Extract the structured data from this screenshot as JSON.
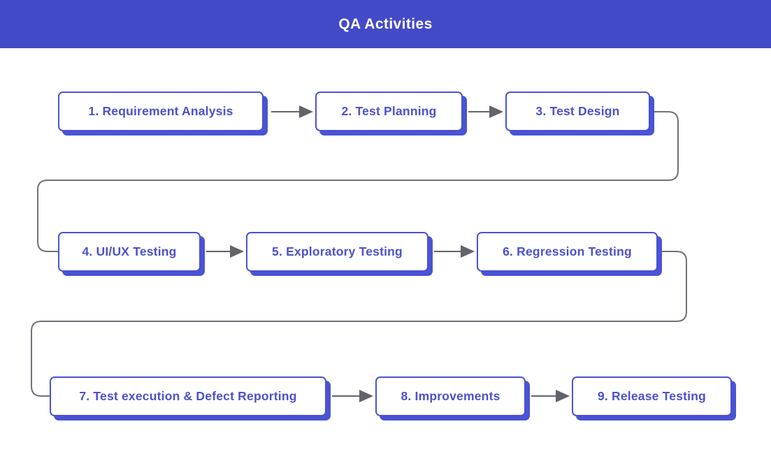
{
  "header": {
    "title": "QA Activities"
  },
  "colors": {
    "header_bg": "#434ac8",
    "accent": "#4a53d3",
    "node_text": "#4b51cd",
    "connector_gray": "#71717a",
    "arrow_gray": "#63636b",
    "background": "#ffffff"
  },
  "steps": [
    {
      "id": 1,
      "label": "1. Requirement Analysis"
    },
    {
      "id": 2,
      "label": "2. Test Planning"
    },
    {
      "id": 3,
      "label": "3. Test Design"
    },
    {
      "id": 4,
      "label": "4. UI/UX Testing"
    },
    {
      "id": 5,
      "label": "5. Exploratory Testing"
    },
    {
      "id": 6,
      "label": "6. Regression Testing"
    },
    {
      "id": 7,
      "label": "7. Test execution & Defect Reporting"
    },
    {
      "id": 8,
      "label": "8. Improvements"
    },
    {
      "id": 9,
      "label": "9. Release Testing"
    }
  ]
}
